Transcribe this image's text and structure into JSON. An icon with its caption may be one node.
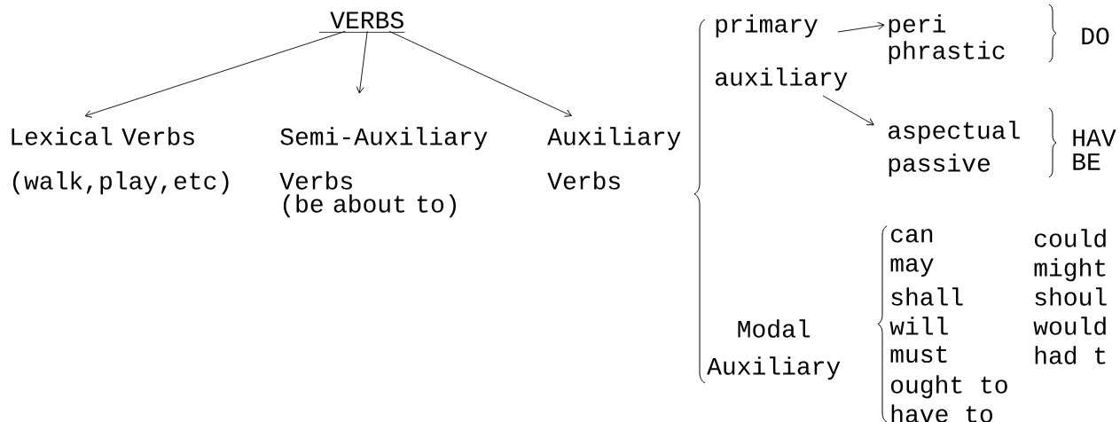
{
  "diagram": {
    "nodes": [
      {
        "text": [
          "VERBS"
        ]
      },
      {
        "text": [
          "Lexical Verbs",
          "(walk,play,etc)"
        ]
      },
      {
        "text": [
          "Semi-Auxiliary Verbs",
          "(be about to)"
        ]
      },
      {
        "text": [
          "Auxiliary Verbs"
        ]
      },
      {
        "text": [
          "primary",
          "auxiliary"
        ]
      },
      {
        "text": [
          "peri phrastic"
        ]
      },
      {
        "text": [
          "aspectual"
        ]
      }
    ],
    "edges": [
      {
        "from": 0,
        "to": 1,
        "arrow": "to"
      },
      {
        "from": 0,
        "to": 2,
        "arrow": "to"
      },
      {
        "from": 0,
        "to": 3,
        "arrow": "to"
      },
      {
        "from": 4,
        "to": 5,
        "arrow": "to"
      },
      {
        "from": 4,
        "to": 6,
        "arrow": "to"
      }
    ],
    "labels": [
      "DO",
      "HAV",
      "passive",
      "BE",
      "can",
      "could",
      "may",
      "might",
      "shall",
      "shoul",
      "Modal Auxiliary",
      "will",
      "would",
      "must",
      "had t",
      "ought to",
      "have to"
    ]
  }
}
